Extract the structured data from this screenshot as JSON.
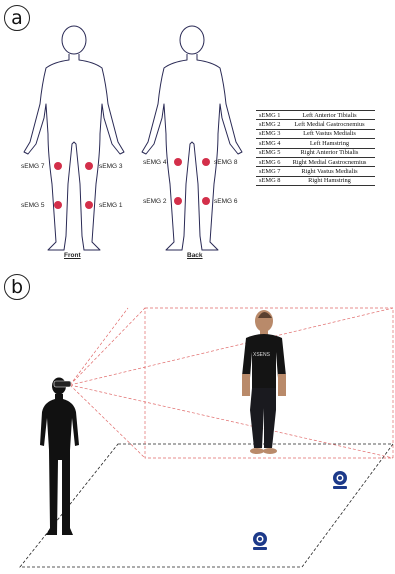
{
  "panels": {
    "a": "a",
    "b": "b"
  },
  "front_caption": "Front",
  "back_caption": "Back",
  "sensor_labels": {
    "front_left_upper": "sEMG 7",
    "front_right_upper": "sEMG 3",
    "front_left_lower": "sEMG 5",
    "front_right_lower": "sEMG 1",
    "back_left_upper": "sEMG 4",
    "back_right_upper": "sEMG 8",
    "back_left_lower": "sEMG 2",
    "back_right_lower": "sEMG 6"
  },
  "sensor_table": [
    {
      "sensor": "sEMG 1",
      "muscle": "Left Anterior Tibialis"
    },
    {
      "sensor": "sEMG 2",
      "muscle": "Left Medial Gastrocnemius"
    },
    {
      "sensor": "sEMG 3",
      "muscle": "Left Vastus Medialis"
    },
    {
      "sensor": "sEMG 4",
      "muscle": "Left Hamstring"
    },
    {
      "sensor": "sEMG 5",
      "muscle": "Right Anterior Tibialis"
    },
    {
      "sensor": "sEMG 6",
      "muscle": "Right Medial Gastrocnemius"
    },
    {
      "sensor": "sEMG 7",
      "muscle": "Right Vastus Medialis"
    },
    {
      "sensor": "sEMG 8",
      "muscle": "Right Hamstring"
    }
  ],
  "avatar_shirt_text": "XSENS",
  "colors": {
    "electrode": "#d32f4a",
    "outline": "#2a2a55",
    "frustum": "#e06a6a",
    "camera": "#1d3a8a"
  }
}
